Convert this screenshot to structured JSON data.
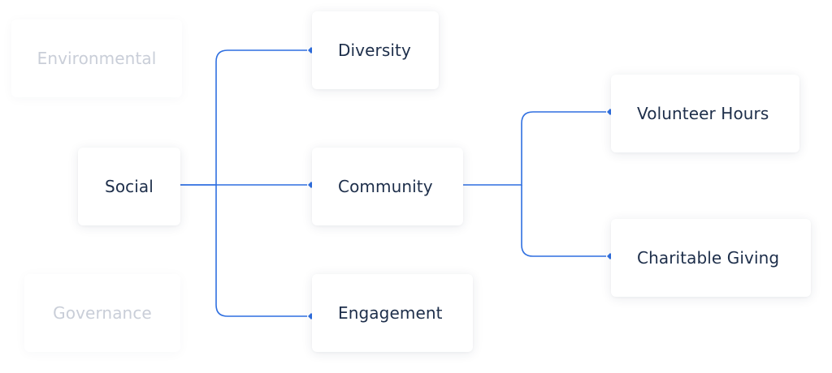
{
  "colors": {
    "connector": "#2f6fe0",
    "label_active": "#1d2e4a",
    "label_faded": "#c9ced8",
    "card_background": "#ffffff"
  },
  "nodes": {
    "environmental": "Environmental",
    "social": "Social",
    "governance": "Governance",
    "diversity": "Diversity",
    "community": "Community",
    "engagement": "Engagement",
    "volunteer_hours": "Volunteer Hours",
    "charitable_giving": "Charitable Giving"
  },
  "edges": [
    {
      "from": "social",
      "to": "diversity"
    },
    {
      "from": "social",
      "to": "community"
    },
    {
      "from": "social",
      "to": "engagement"
    },
    {
      "from": "community",
      "to": "volunteer_hours"
    },
    {
      "from": "community",
      "to": "charitable_giving"
    }
  ]
}
